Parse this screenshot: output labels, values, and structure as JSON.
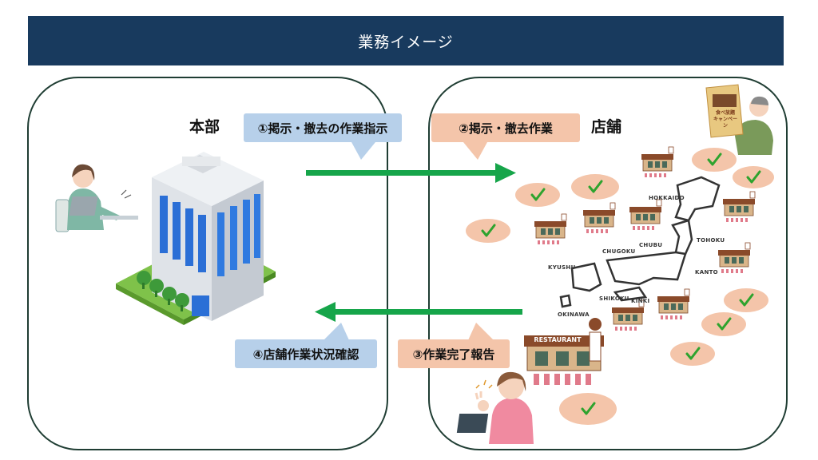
{
  "header": {
    "title": "業務イメージ"
  },
  "hq": {
    "title": "本部"
  },
  "store": {
    "title": "店舗"
  },
  "steps": {
    "s1": "①掲示・撤去の作業指示",
    "s2": "②掲示・撤去作業",
    "s3": "③作業完了報告",
    "s4": "④店舗作業状況確認"
  },
  "map_regions": {
    "hokkaido": "HOKKAIDO",
    "tohoku": "TOHOKU",
    "chubu": "CHUBU",
    "chugoku": "CHUGOKU",
    "kanto": "KANTO",
    "kinki": "KINKI",
    "kyushu": "KYUSHU",
    "shikoku": "SHIKOKU",
    "okinawa": "OKINAWA"
  },
  "restaurant_sign": "RESTAURANT",
  "poster_text": "食べ放題 キャンペーン",
  "colors": {
    "banner": "#183a5e",
    "arrow": "#16a54a",
    "blue_label": "#b7d0ea",
    "peach_label": "#f4c5aa",
    "check": "#2ea32e"
  }
}
